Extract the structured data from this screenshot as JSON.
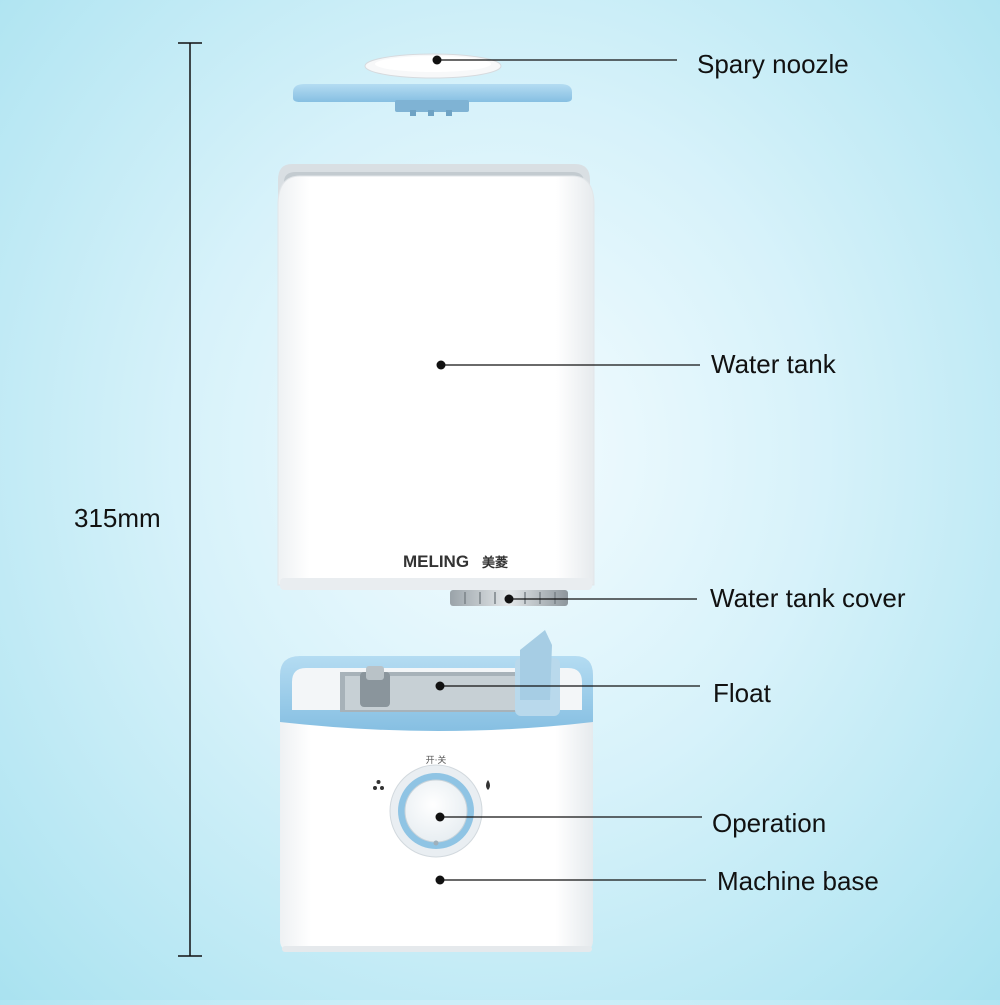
{
  "dimension": {
    "text": "315mm"
  },
  "brand": {
    "latin": "MELING",
    "chinese": "美菱"
  },
  "knob": {
    "switch_label": "开·关"
  },
  "parts": [
    {
      "id": "noozle",
      "label": "Spary noozle"
    },
    {
      "id": "tank",
      "label": "Water tank"
    },
    {
      "id": "cover",
      "label": "Water tank cover"
    },
    {
      "id": "float",
      "label": "Float"
    },
    {
      "id": "operation",
      "label": "Operation"
    },
    {
      "id": "base",
      "label": "Machine base"
    }
  ],
  "colors": {
    "accent_blue": "#8fc4e4",
    "body_white": "#ffffff",
    "line": "#111111"
  }
}
